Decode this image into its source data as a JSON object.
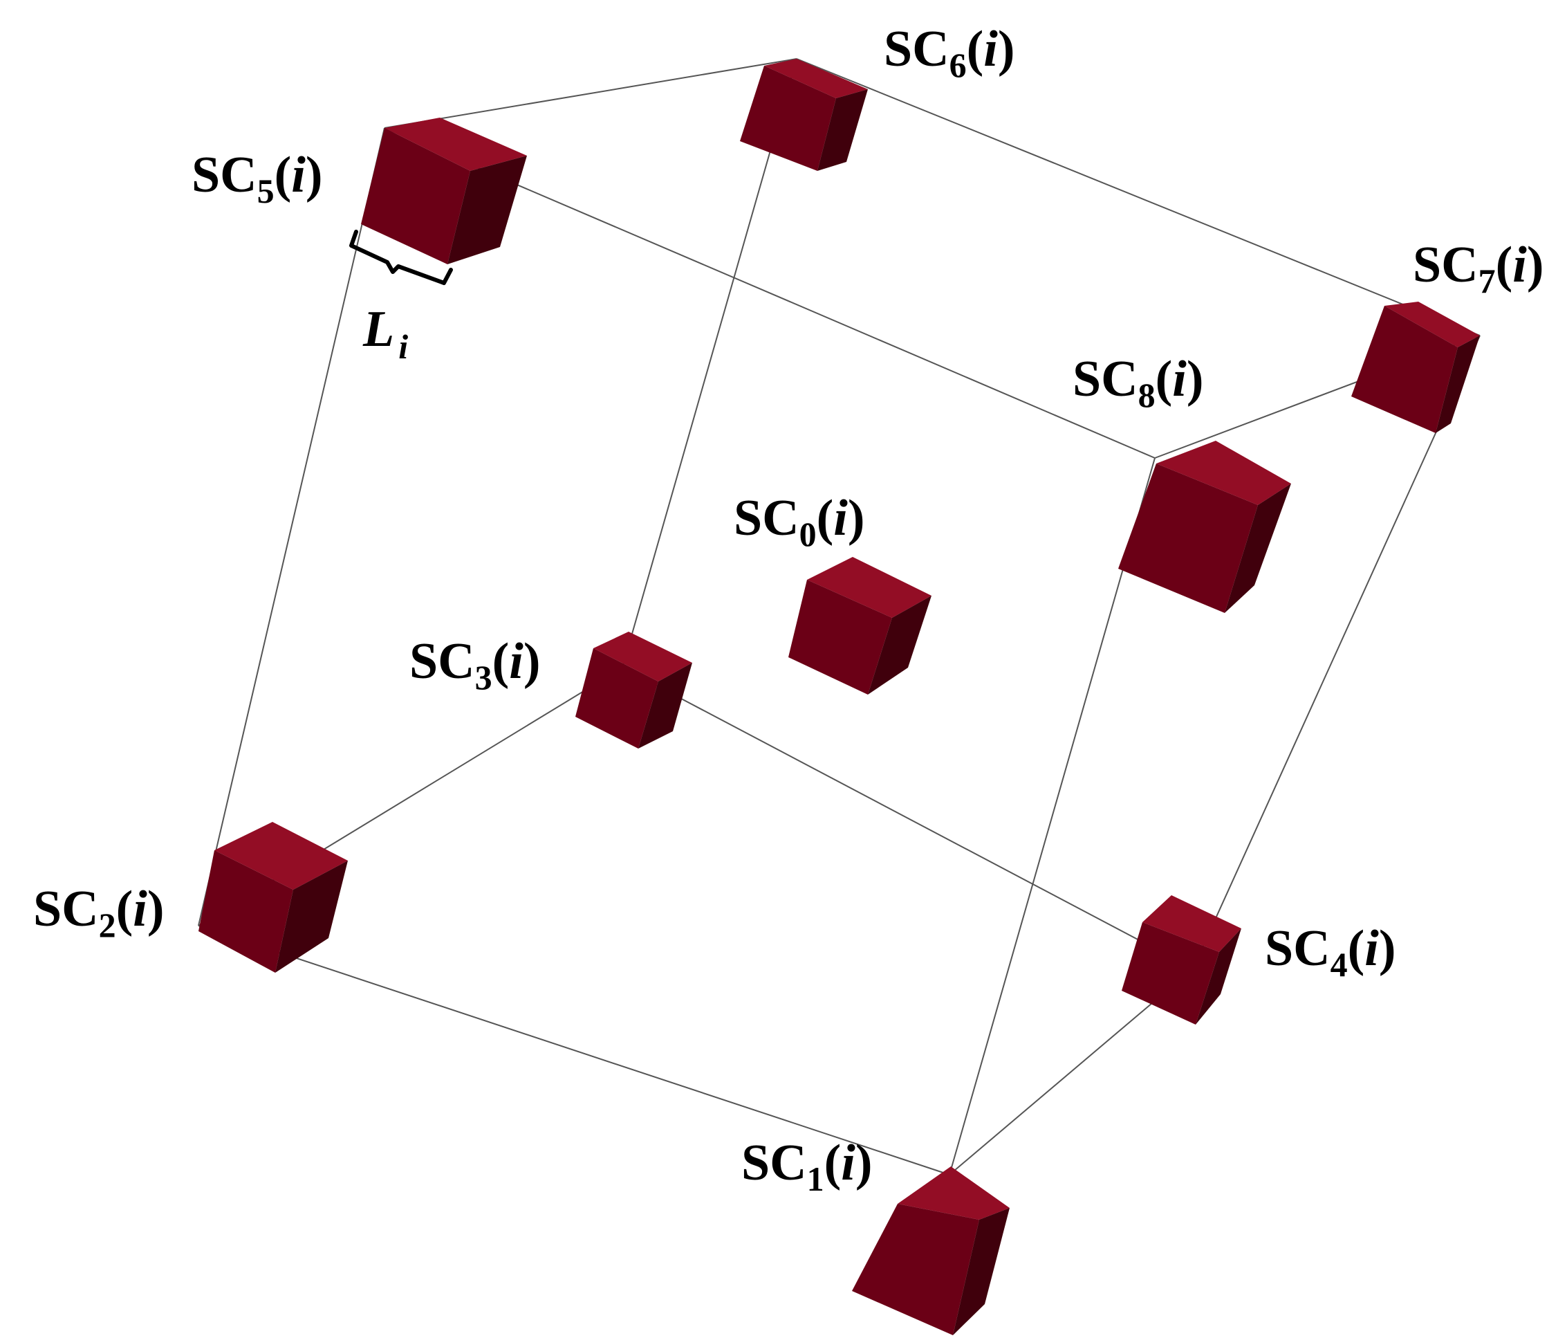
{
  "colors": {
    "cube_top": "#930d25",
    "cube_front": "#6b0016",
    "cube_side": "#40000c",
    "edge": "#555555",
    "label": "#000000"
  },
  "labels": {
    "sc0": {
      "base": "SC",
      "sub": "0",
      "open": "(",
      "var": "i",
      "close": ")"
    },
    "sc1": {
      "base": "SC",
      "sub": "1",
      "open": "(",
      "var": "i",
      "close": ")"
    },
    "sc2": {
      "base": "SC",
      "sub": "2",
      "open": "(",
      "var": "i",
      "close": ")"
    },
    "sc3": {
      "base": "SC",
      "sub": "3",
      "open": "(",
      "var": "i",
      "close": ")"
    },
    "sc4": {
      "base": "SC",
      "sub": "4",
      "open": "(",
      "var": "i",
      "close": ")"
    },
    "sc5": {
      "base": "SC",
      "sub": "5",
      "open": "(",
      "var": "i",
      "close": ")"
    },
    "sc6": {
      "base": "SC",
      "sub": "6",
      "open": "(",
      "var": "i",
      "close": ")"
    },
    "sc7": {
      "base": "SC",
      "sub": "7",
      "open": "(",
      "var": "i",
      "close": ")"
    },
    "sc8": {
      "base": "SC",
      "sub": "8",
      "open": "(",
      "var": "i",
      "close": ")"
    }
  },
  "dimension": {
    "base": "L",
    "sub": "i"
  }
}
